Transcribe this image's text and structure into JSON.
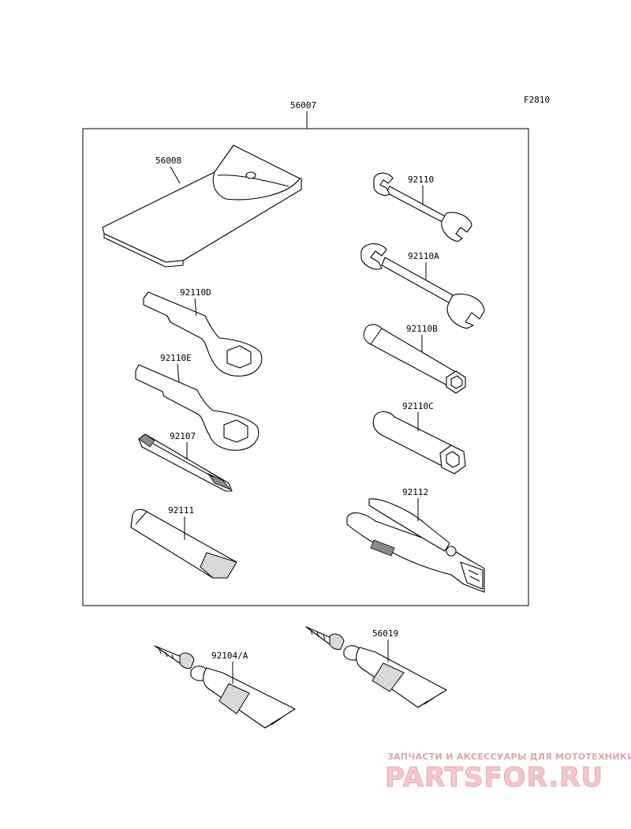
{
  "figure_code": "F2810",
  "callouts": {
    "kit": "56007",
    "pouch": "56008",
    "wrench_small": "92110",
    "wrench_large": "92110A",
    "ring_wrench_d": "92110D",
    "ring_wrench_e": "92110E",
    "box_wrench_b": "92110B",
    "box_wrench_c": "92110C",
    "screwdriver": "92107",
    "handle": "92111",
    "pliers": "92112",
    "grease_a": "92104/A",
    "grease_b": "56019"
  },
  "watermark": {
    "subtitle": "ЗАПЧАСТИ И АКСЕССУАРЫ ДЛЯ МОТОТЕХНИКИ",
    "logo": "PARTSFOR.RU"
  }
}
